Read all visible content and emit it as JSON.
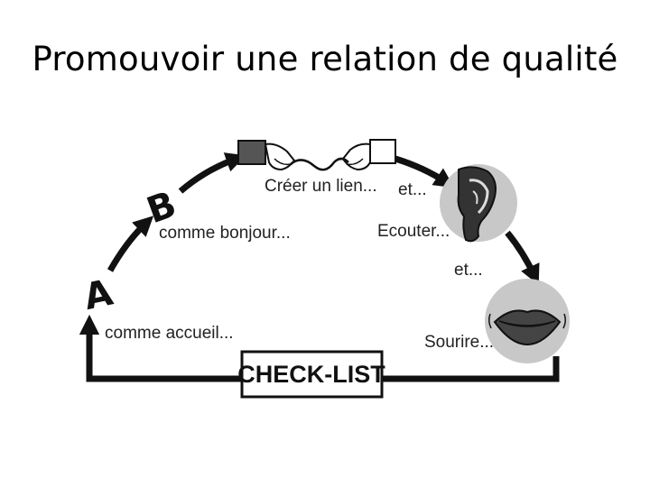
{
  "slide": {
    "title": "Promouvoir une relation de qualité"
  },
  "diagram": {
    "letter_a": "A",
    "letter_b": "B",
    "label_accueil": "comme accueil...",
    "label_bonjour": "comme bonjour...",
    "label_lien": "Créer un lien...",
    "label_et_1": "et...",
    "label_ecouter": "Ecouter...",
    "label_et_2": "et...",
    "label_sourire": "Sourire...",
    "checklist": "CHECK-LIST"
  },
  "colors": {
    "line": "#111111",
    "circle_fill": "#c8c8c8",
    "background": "#ffffff"
  }
}
